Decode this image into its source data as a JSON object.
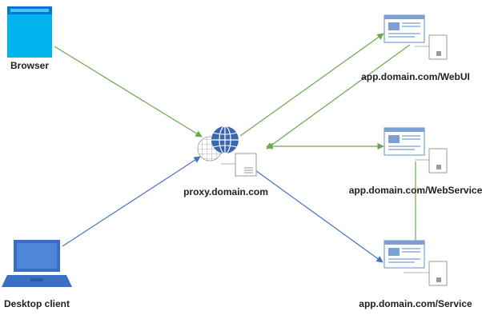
{
  "nodes": {
    "browser": {
      "label": "Browser"
    },
    "desktop": {
      "label": "Desktop client"
    },
    "proxy": {
      "label": "proxy.domain.com"
    },
    "webui": {
      "label": "app.domain.com/WebUI"
    },
    "webservice": {
      "label": "app.domain.com/WebService"
    },
    "service": {
      "label": "app.domain.com/Service"
    }
  },
  "colors": {
    "green_flow": "#6aa84f",
    "blue_flow": "#4472c4",
    "browser_icon": "#00b4ef",
    "browser_icon_top": "#0078d4",
    "laptop_icon": "#3b6fc4",
    "globe": "#3a66b0",
    "page_icon": "#7aa0d4",
    "server_icon": "#9a9a9a"
  },
  "icons": [
    "browser-window-icon",
    "laptop-icon",
    "globe-icon",
    "web-page-icon",
    "server-document-icon"
  ]
}
